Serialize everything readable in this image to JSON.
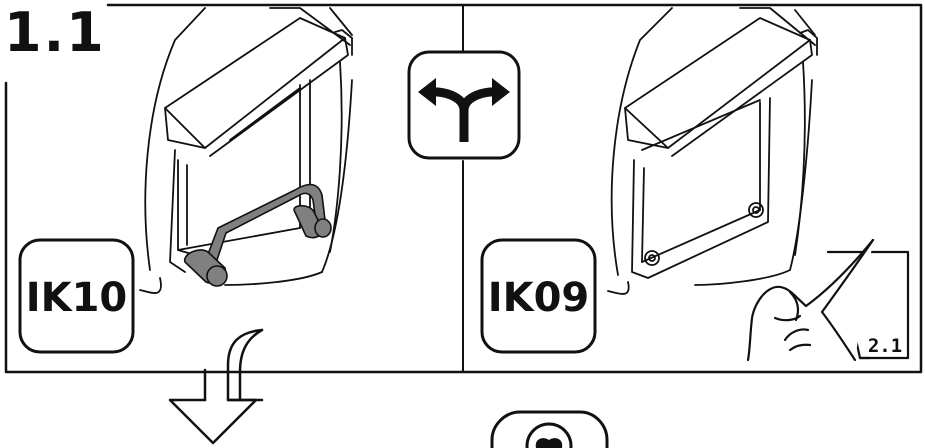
{
  "step": {
    "number": "1.1"
  },
  "options": [
    {
      "id": "left",
      "model_code": "IK10",
      "mounting": "handle"
    },
    {
      "id": "right",
      "model_code": "IK09",
      "mounting": "screws"
    }
  ],
  "page_reference": "2.1",
  "icons": {
    "choice": "fork-arrows-icon",
    "continue": "down-arrow-icon",
    "next": "tooth-icon",
    "manual": "hand-turning-page-icon"
  },
  "colors": {
    "line": "#111111",
    "handle": "#808080",
    "background": "#ffffff"
  }
}
